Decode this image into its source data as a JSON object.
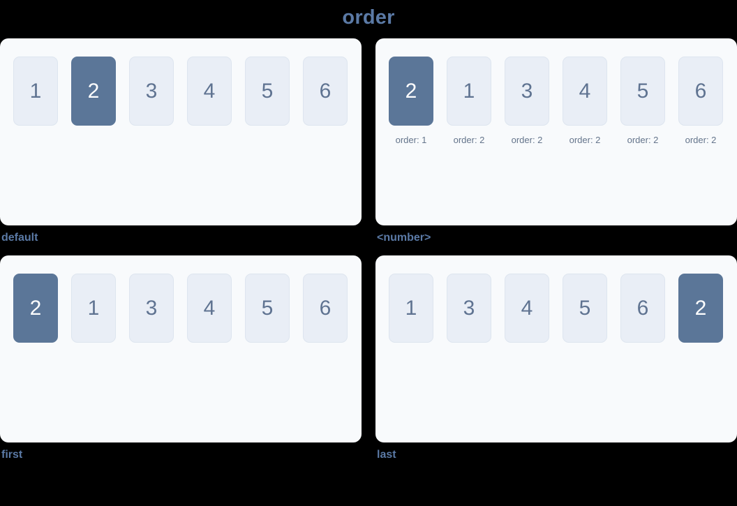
{
  "page": {
    "title": "order"
  },
  "colors": {
    "bg": "#000000",
    "panel": "#f8fafc",
    "box-bg": "#e9eef6",
    "box-border": "#dde5ef",
    "box-text": "#5f7391",
    "highlight-bg": "#5b7698",
    "highlight-text": "#ffffff",
    "accent": "#5b7aa6",
    "caption": "#64748b"
  },
  "panels": [
    {
      "label": "default",
      "items": [
        {
          "n": "1"
        },
        {
          "n": "2",
          "highlight": true
        },
        {
          "n": "3"
        },
        {
          "n": "4"
        },
        {
          "n": "5"
        },
        {
          "n": "6"
        }
      ]
    },
    {
      "label": "<number>",
      "items": [
        {
          "n": "2",
          "highlight": true,
          "caption": "order: 1"
        },
        {
          "n": "1",
          "caption": "order: 2"
        },
        {
          "n": "3",
          "caption": "order: 2"
        },
        {
          "n": "4",
          "caption": "order: 2"
        },
        {
          "n": "5",
          "caption": "order: 2"
        },
        {
          "n": "6",
          "caption": "order: 2"
        }
      ]
    },
    {
      "label": "first",
      "items": [
        {
          "n": "2",
          "highlight": true
        },
        {
          "n": "1"
        },
        {
          "n": "3"
        },
        {
          "n": "4"
        },
        {
          "n": "5"
        },
        {
          "n": "6"
        }
      ]
    },
    {
      "label": "last",
      "items": [
        {
          "n": "1"
        },
        {
          "n": "3"
        },
        {
          "n": "4"
        },
        {
          "n": "5"
        },
        {
          "n": "6"
        },
        {
          "n": "2",
          "highlight": true
        }
      ]
    }
  ]
}
